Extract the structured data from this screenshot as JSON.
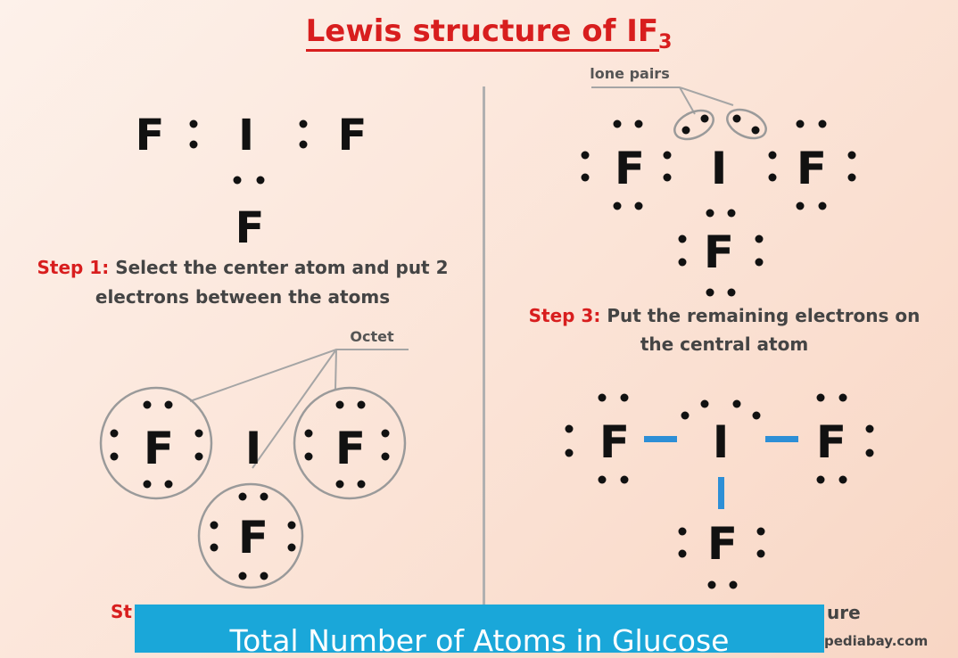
{
  "title": "Lewis structure of IF",
  "title_sub": "3",
  "atoms": {
    "center": "I",
    "outer": "F"
  },
  "labels": {
    "lone_pairs": "lone pairs",
    "octet": "Octet"
  },
  "step1": {
    "tag": "Step 1:",
    "line1": "Select the center atom and put 2",
    "line2": "electrons between the atoms"
  },
  "step2": {
    "tag": "St"
  },
  "step3": {
    "tag": "Step 3:",
    "line1": "Put the remaining electrons on",
    "line2": "the central atom"
  },
  "step4": {
    "fragment": "ure"
  },
  "banner": {
    "text": "Total Number of Atoms in Glucose"
  },
  "credit": "pediabay.com",
  "colors": {
    "step_tag": "#d81e1e",
    "banner": "#1aa7d9",
    "bond": "#2d8fd6",
    "title_underline": "#d81e1e"
  }
}
